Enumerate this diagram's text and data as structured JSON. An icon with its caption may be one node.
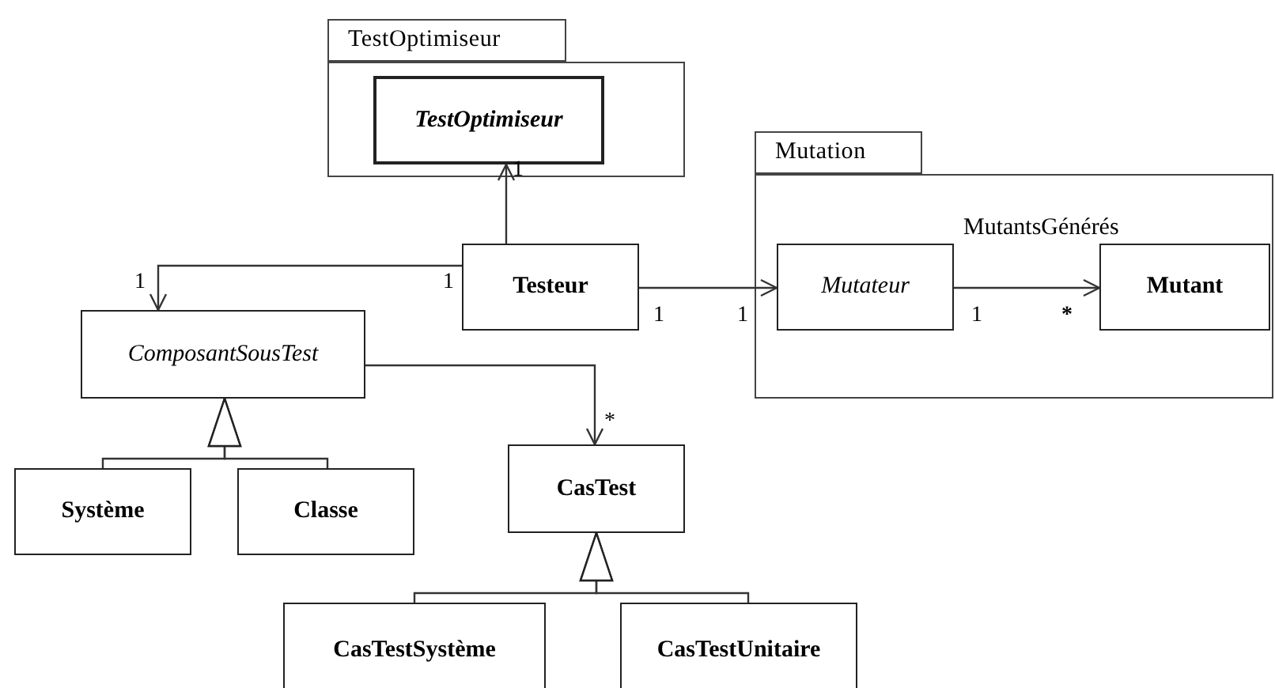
{
  "diagram": {
    "nodes": [
      {
        "text": [
          "TestOptimiseur"
        ]
      },
      {
        "text": [
          "TestOptimiseur"
        ],
        "in": 0
      },
      {
        "text": [
          "Testeur"
        ]
      },
      {
        "text": [
          "Mutation"
        ]
      },
      {
        "text": [
          "Mutateur"
        ],
        "in": 3
      },
      {
        "text": [
          "Mutant"
        ],
        "in": 3
      },
      {
        "text": [
          "ComposantSousTest"
        ]
      },
      {
        "text": [
          "Système"
        ]
      },
      {
        "text": [
          "Classe"
        ]
      },
      {
        "text": [
          "CasTest"
        ]
      },
      {
        "text": [
          "CasTestSystème"
        ]
      },
      {
        "text": [
          "CasTestUnitaire"
        ]
      }
    ],
    "edges": [
      {
        "from": 2,
        "to": 1,
        "arrow": "to"
      },
      {
        "from": 2,
        "to": 6,
        "arrow": "to"
      },
      {
        "from": 2,
        "to": 4,
        "arrow": "to"
      },
      {
        "from": 4,
        "to": 5,
        "arrow": "to",
        "label": "MutantsGénérés"
      },
      {
        "from": 6,
        "to": 9,
        "arrow": "to"
      },
      {
        "from": 7,
        "to": 6,
        "arrow": "to"
      },
      {
        "from": 8,
        "to": 6,
        "arrow": "to"
      },
      {
        "from": 10,
        "to": 9,
        "arrow": "to"
      },
      {
        "from": 11,
        "to": 9,
        "arrow": "to"
      }
    ],
    "labels": [
      "1",
      "1",
      "1",
      "1",
      "1",
      "1",
      "*",
      "*"
    ]
  }
}
